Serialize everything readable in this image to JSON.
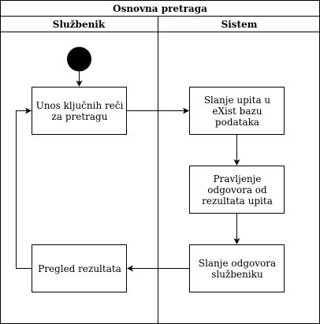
{
  "diagram": {
    "title": "Osnovna pretraga",
    "lanes": [
      {
        "label": "Službenik"
      },
      {
        "label": "Sistem"
      }
    ],
    "nodes": {
      "input": "Unos ključnih reči za pretragu",
      "send_query": "Slanje upita u eXist bazu podataka",
      "build_response": "Pravljenje odgovora od rezultata upita",
      "send_response": "Slanje odgovora službeniku",
      "review": "Pregled rezultata"
    },
    "colors": {
      "stroke": "#000000",
      "fill": "#ffffff",
      "start_node": "#000000"
    }
  }
}
